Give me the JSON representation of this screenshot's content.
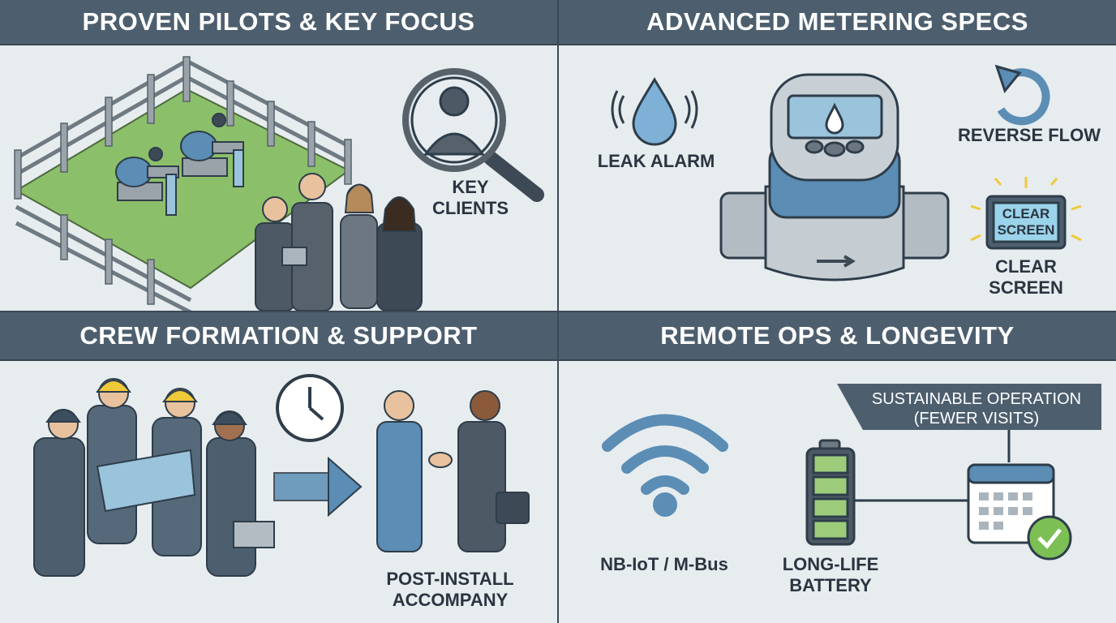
{
  "panels": {
    "pilots": {
      "title": "PROVEN PILOTS & KEY FOCUS",
      "key_clients_label": "KEY\nCLIENTS"
    },
    "metering": {
      "title": "ADVANCED METERING SPECS",
      "leak_alarm_label": "LEAK ALARM",
      "reverse_flow_label": "REVERSE FLOW",
      "screen_text": "CLEAR\nSCREEN",
      "clear_screen_label": "CLEAR\nSCREEN"
    },
    "crew": {
      "title": "CREW FORMATION & SUPPORT",
      "post_install_label": "POST-INSTALL\nACCOMPANY"
    },
    "remote": {
      "title": "REMOTE OPS & LONGEVITY",
      "sustainable_label": "SUSTAINABLE OPERATION\n(FEWER VISITS)",
      "nbiot_label": "NB-IoT / M-Bus",
      "battery_label": "LONG-LIFE\nBATTERY"
    }
  },
  "colors": {
    "header": "#4d5f6e",
    "accent_blue": "#5b8db5",
    "grass": "#8cbf6a",
    "battery_green": "#9ccc7a",
    "check_green": "#7cbf55"
  }
}
